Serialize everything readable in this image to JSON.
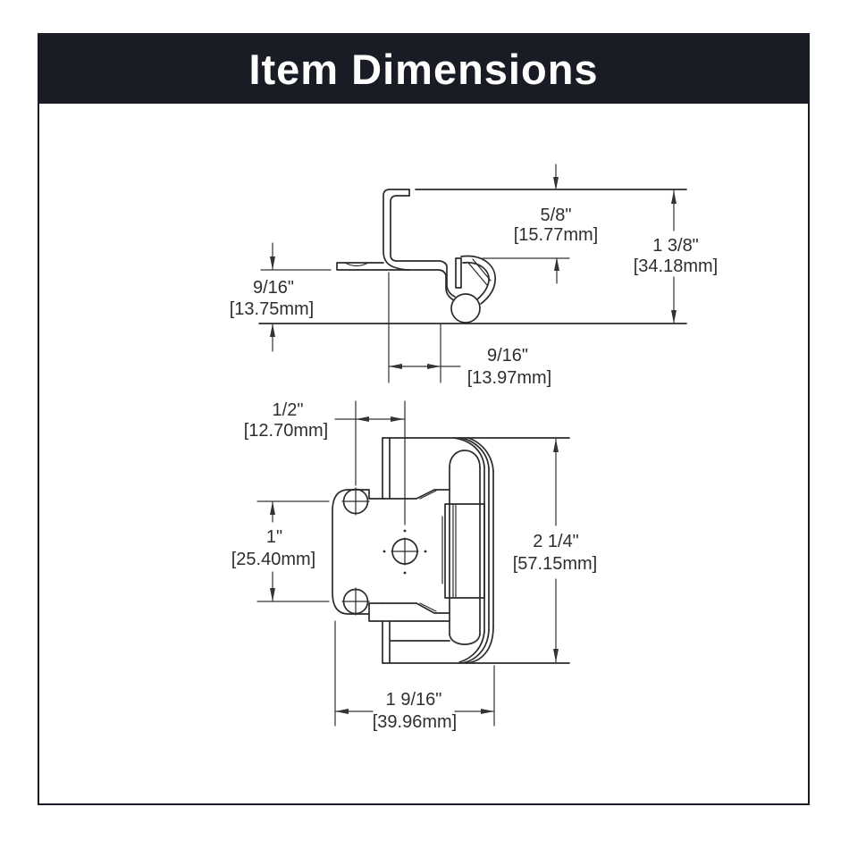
{
  "header": {
    "title": "Item Dimensions",
    "bg_color": "#1a1c25",
    "text_color": "#ffffff"
  },
  "drawing": {
    "line_color": "#2b2b2b",
    "dim_text_color": "#2e2e2e",
    "background": "#ffffff"
  },
  "side_view": {
    "description": "hinge side profile view",
    "dims": {
      "top_gap": {
        "inch": "5/8\"",
        "mm": "[15.77mm]"
      },
      "overall_height": {
        "inch": "1 3/8\"",
        "mm": "[34.18mm]"
      },
      "left_height": {
        "inch": "9/16\"",
        "mm": "[13.75mm]"
      },
      "overlay_width": {
        "inch": "9/16\"",
        "mm": "[13.97mm]"
      }
    }
  },
  "front_view": {
    "description": "hinge front view",
    "dims": {
      "offset": {
        "inch": "1/2\"",
        "mm": "[12.70mm]"
      },
      "screw_spacing": {
        "inch": "1\"",
        "mm": "[25.40mm]"
      },
      "height": {
        "inch": "2 1/4\"",
        "mm": "[57.15mm]"
      },
      "width": {
        "inch": "1 9/16\"",
        "mm": "[39.96mm]"
      }
    }
  }
}
